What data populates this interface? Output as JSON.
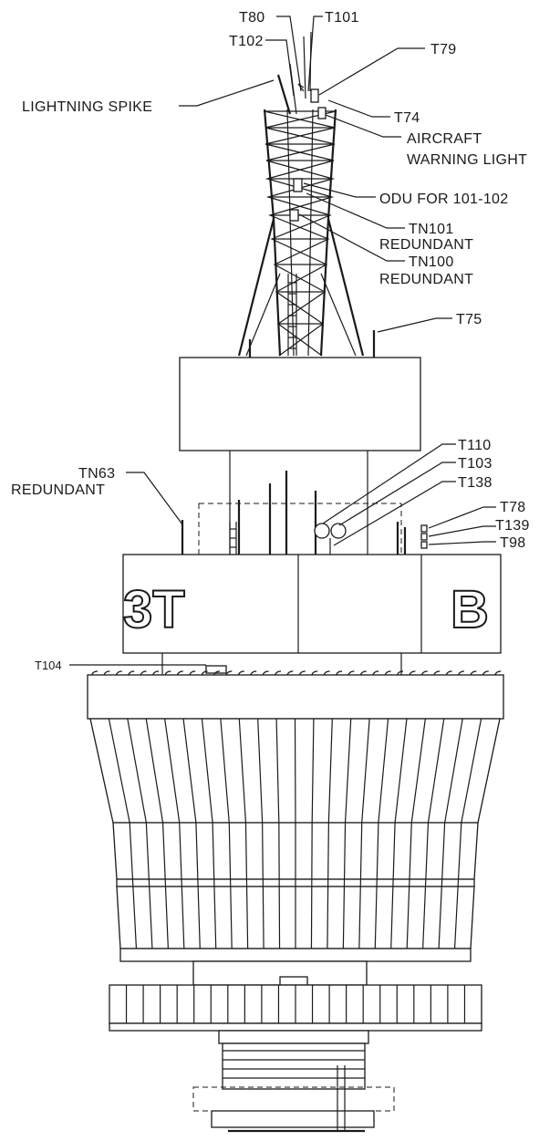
{
  "labels": {
    "t80": "T80",
    "t101": "T101",
    "t102": "T102",
    "t79": "T79",
    "lightning_spike": "LIGHTNING SPIKE",
    "t74": "T74",
    "aircraft_1": "AIRCRAFT",
    "aircraft_2": "WARNING LIGHT",
    "odu": "ODU FOR 101-102",
    "tn101_1": "TN101",
    "tn101_2": "REDUNDANT",
    "tn100_1": "TN100",
    "tn100_2": "REDUNDANT",
    "t75": "T75",
    "t110": "T110",
    "t103": "T103",
    "t138": "T138",
    "tn63_1": "TN63",
    "tn63_2": "REDUNDANT",
    "t78": "T78",
    "t139": "T139",
    "t98": "T98",
    "t104": "T104"
  },
  "logo": {
    "left_text": "3T",
    "right_text": "B"
  }
}
